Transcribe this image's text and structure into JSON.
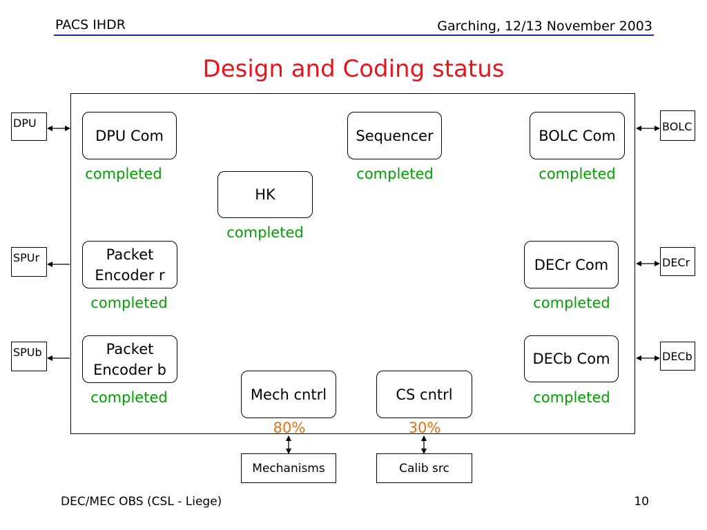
{
  "header": {
    "left": "PACS IHDR",
    "right": "Garching, 12/13 November 2003"
  },
  "title": "Design and Coding status",
  "modules": {
    "dpu_com": {
      "label": "DPU Com",
      "status": "completed"
    },
    "sequencer": {
      "label": "Sequencer",
      "status": "completed"
    },
    "bolc_com": {
      "label": "BOLC Com",
      "status": "completed"
    },
    "hk": {
      "label": "HK",
      "status": "completed"
    },
    "packet_encoder_r": {
      "label_line1": "Packet",
      "label_line2": "Encoder r",
      "status": "completed"
    },
    "decr_com": {
      "label": "DECr Com",
      "status": "completed"
    },
    "packet_encoder_b": {
      "label_line1": "Packet",
      "label_line2": "Encoder b",
      "status": "completed"
    },
    "decb_com": {
      "label": "DECb Com",
      "status": "completed"
    },
    "mech_cntrl": {
      "label": "Mech cntrl",
      "status": "80%"
    },
    "cs_cntrl": {
      "label": "CS cntrl",
      "status": "30%"
    }
  },
  "externals": {
    "dpu": "DPU",
    "spur": "SPUr",
    "spub": "SPUb",
    "bolc": "BOLC",
    "decr": "DECr",
    "decb": "DECb",
    "mechanisms": "Mechanisms",
    "calib_src": "Calib src"
  },
  "colors": {
    "title": "#e8141c",
    "completed": "#00a000",
    "in_progress": "#e07010",
    "header_rule": "#1e2a9c"
  },
  "footer": {
    "left": "DEC/MEC OBS (CSL - Liege)",
    "page_number": "10"
  }
}
